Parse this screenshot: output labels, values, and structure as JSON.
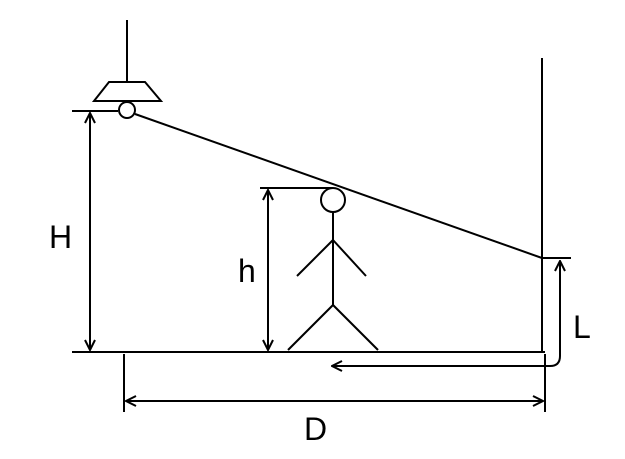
{
  "labels": {
    "lamp_height": "H",
    "person_height": "h",
    "shadow_on_wall": "L",
    "distance": "D"
  },
  "colors": {
    "stroke": "#000000",
    "background": "#ffffff"
  },
  "icons": {
    "lamp": "lamp-icon",
    "person": "stick-figure-icon",
    "arrowheads": "arrow-icon"
  }
}
